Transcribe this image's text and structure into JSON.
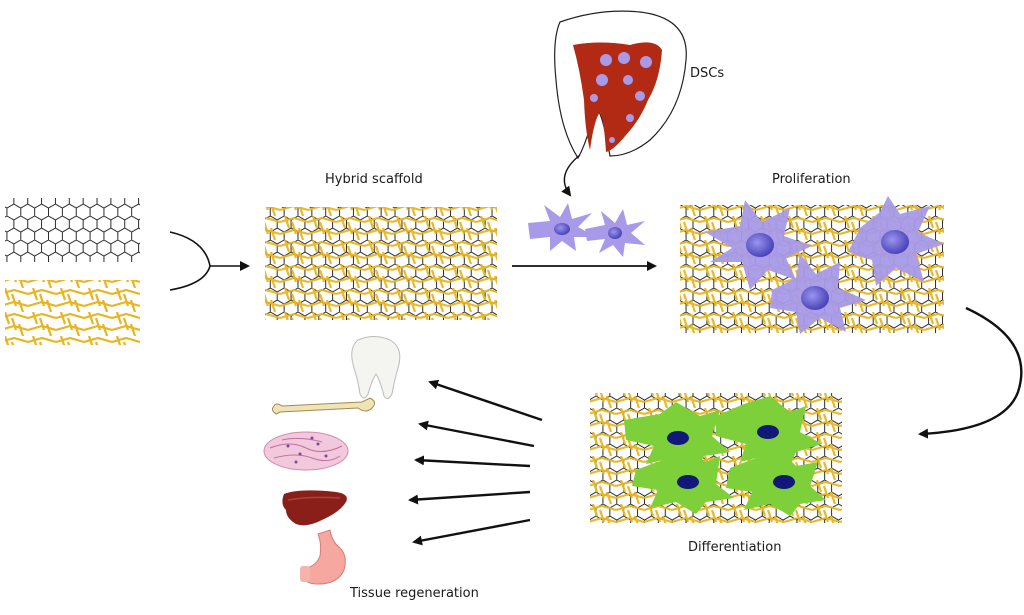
{
  "labels": {
    "dscs": "DSCs",
    "hybrid_scaffold": "Hybrid scaffold",
    "proliferation": "Proliferation",
    "differentiation": "Differentiation",
    "tissue_regeneration": "Tissue regeneration"
  },
  "colors": {
    "graphene": "#2b2b2b",
    "fiber": "#e8b420",
    "pulp": "#b22a14",
    "stem_cell": "#a89ae8",
    "stem_nucleus": "#5a54c8",
    "diff_cell": "#7ed03a",
    "diff_nucleus": "#101878",
    "arrow": "#111111"
  },
  "icons": [
    "tooth-icon",
    "bone-icon",
    "tissue-section-icon",
    "liver-icon",
    "stomach-icon"
  ]
}
